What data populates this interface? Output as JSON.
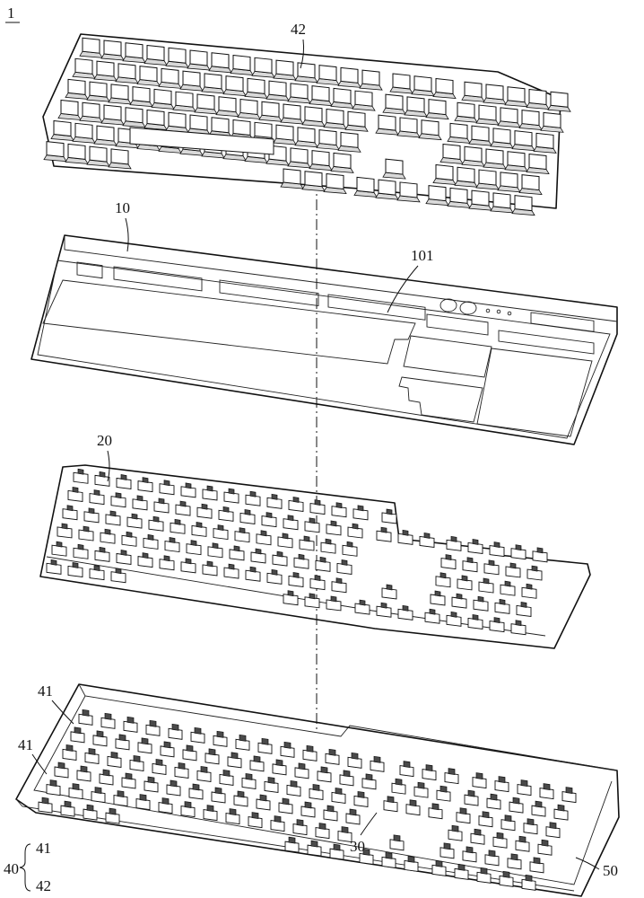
{
  "figure_number": "1",
  "labels": {
    "keycaps": "42",
    "top_cover": "10",
    "frame_opening": "101",
    "switch_plate": "20",
    "bottom_switch_a": "41",
    "bottom_switch_b": "41",
    "base_plate": "30",
    "housing": "50",
    "group": "40",
    "group_member_1": "41",
    "group_member_2": "42"
  }
}
